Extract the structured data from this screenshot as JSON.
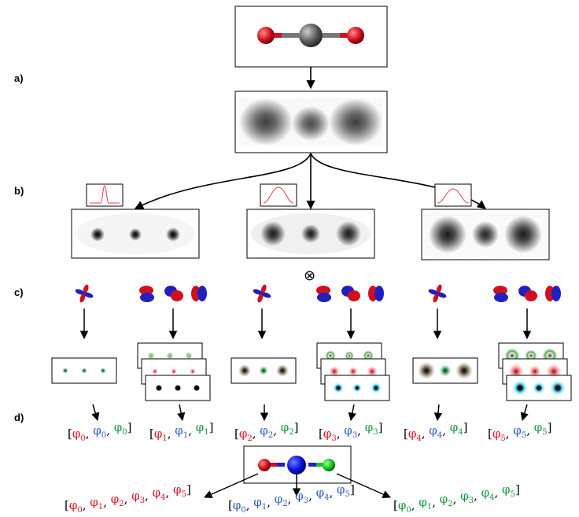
{
  "panel_labels": [
    "a)",
    "b)",
    "c)",
    "d)"
  ],
  "otimes": "⊗",
  "phi": "φ",
  "colors": {
    "red": "#e8121e",
    "blue": "#2e5ec4",
    "green": "#129a3c",
    "oxygen": "#d0101c",
    "carbon": "#5a5a5a"
  },
  "vectors": {
    "per_order": [
      [
        "0",
        "0",
        "0"
      ],
      [
        "1",
        "1",
        "1"
      ],
      [
        "2",
        "2",
        "2"
      ],
      [
        "3",
        "3",
        "3"
      ],
      [
        "4",
        "4",
        "4"
      ],
      [
        "5",
        "5",
        "5"
      ]
    ],
    "per_atom": [
      "0",
      "1",
      "2",
      "3",
      "4",
      "5"
    ]
  },
  "icons": {
    "molecule": "co2-ball-and-stick",
    "density": "electron-density-cloud",
    "gaussian": "gaussian-kernel-curve",
    "orbital_s": "s-like-orbital",
    "orbital_p": "p-orbital-lobes",
    "colored_molecule": "colored-atom-molecule"
  }
}
